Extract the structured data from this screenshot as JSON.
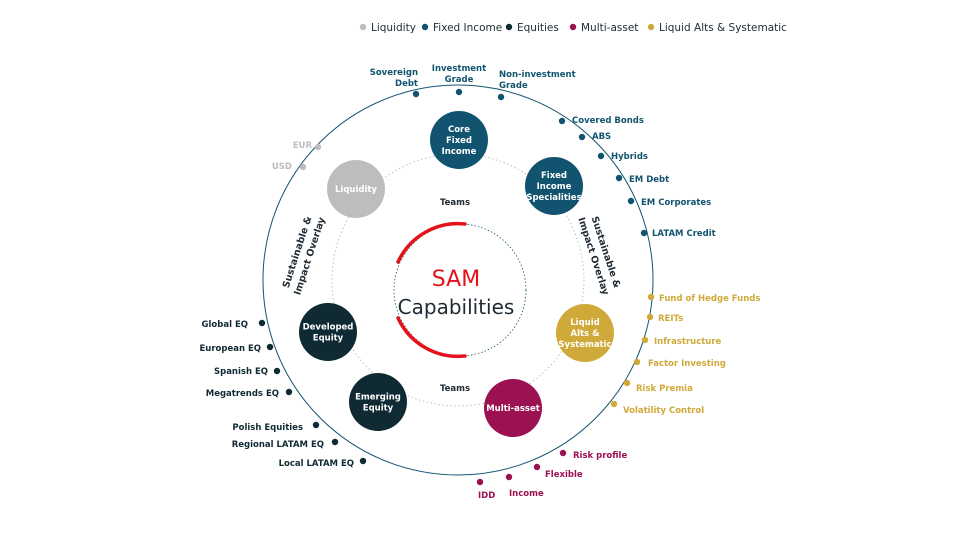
{
  "legend": [
    {
      "label": "Liquidity",
      "color": "#bdbdbd"
    },
    {
      "label": "Fixed Income",
      "color": "#125470"
    },
    {
      "label": "Equities",
      "color": "#0f2a33"
    },
    {
      "label": "Multi-asset",
      "color": "#9b1152"
    },
    {
      "label": "Liquid Alts & Systematic",
      "color": "#cfaa3a"
    }
  ],
  "center": {
    "line1": "SAM",
    "line2": "Capabilities"
  },
  "teams_label": "Teams",
  "overlay_label_line1": "Sustainable &",
  "overlay_label_line2": "Impact Overlay",
  "nodes": [
    {
      "id": "core-fixed-income",
      "lines": [
        "Core",
        "Fixed",
        "Income"
      ],
      "color": "#125470"
    },
    {
      "id": "fixed-income-specialities",
      "lines": [
        "Fixed",
        "Income",
        "Specialities"
      ],
      "color": "#125470"
    },
    {
      "id": "liquid-alts",
      "lines": [
        "Liquid",
        "Alts &",
        "Systematic"
      ],
      "color": "#cfaa3a"
    },
    {
      "id": "multi-asset",
      "lines": [
        "Multi-asset"
      ],
      "color": "#9b1152"
    },
    {
      "id": "emerging-equity",
      "lines": [
        "Emerging",
        "Equity"
      ],
      "color": "#0f2a33"
    },
    {
      "id": "developed-equity",
      "lines": [
        "Developed",
        "Equity"
      ],
      "color": "#0f2a33"
    },
    {
      "id": "liquidity",
      "lines": [
        "Liquidity"
      ],
      "color": "#bdbdbd"
    }
  ],
  "outer_labels": [
    {
      "lines": [
        "Sovereign",
        "Debt"
      ],
      "color": "#125470"
    },
    {
      "lines": [
        "Investment",
        "Grade"
      ],
      "color": "#125470"
    },
    {
      "lines": [
        "Non-investment",
        "Grade"
      ],
      "color": "#125470"
    },
    {
      "lines": [
        "Covered Bonds"
      ],
      "color": "#125470"
    },
    {
      "lines": [
        "ABS"
      ],
      "color": "#125470"
    },
    {
      "lines": [
        "Hybrids"
      ],
      "color": "#125470"
    },
    {
      "lines": [
        "EM Debt"
      ],
      "color": "#125470"
    },
    {
      "lines": [
        "EM Corporates"
      ],
      "color": "#125470"
    },
    {
      "lines": [
        "LATAM  Credit"
      ],
      "color": "#125470"
    },
    {
      "lines": [
        "Fund of Hedge Funds"
      ],
      "color": "#cfaa3a"
    },
    {
      "lines": [
        "REITs"
      ],
      "color": "#cfaa3a"
    },
    {
      "lines": [
        "Infrastructure"
      ],
      "color": "#cfaa3a"
    },
    {
      "lines": [
        "Factor Investing"
      ],
      "color": "#cfaa3a"
    },
    {
      "lines": [
        "Risk Premia"
      ],
      "color": "#cfaa3a"
    },
    {
      "lines": [
        "Volatility Control"
      ],
      "color": "#cfaa3a"
    },
    {
      "lines": [
        "Risk profile"
      ],
      "color": "#9b1152"
    },
    {
      "lines": [
        "Flexible"
      ],
      "color": "#9b1152"
    },
    {
      "lines": [
        "Income"
      ],
      "color": "#9b1152"
    },
    {
      "lines": [
        "IDD"
      ],
      "color": "#9b1152"
    },
    {
      "lines": [
        "Local LATAM EQ"
      ],
      "color": "#0f2a33"
    },
    {
      "lines": [
        "Regional LATAM EQ"
      ],
      "color": "#0f2a33"
    },
    {
      "lines": [
        "Polish Equities"
      ],
      "color": "#0f2a33"
    },
    {
      "lines": [
        "Megatrends EQ"
      ],
      "color": "#0f2a33"
    },
    {
      "lines": [
        "Spanish EQ"
      ],
      "color": "#0f2a33"
    },
    {
      "lines": [
        "European EQ"
      ],
      "color": "#0f2a33"
    },
    {
      "lines": [
        "Global EQ"
      ],
      "color": "#0f2a33"
    },
    {
      "lines": [
        "USD"
      ],
      "color": "#bdbdbd"
    },
    {
      "lines": [
        "EUR"
      ],
      "color": "#bdbdbd"
    }
  ]
}
